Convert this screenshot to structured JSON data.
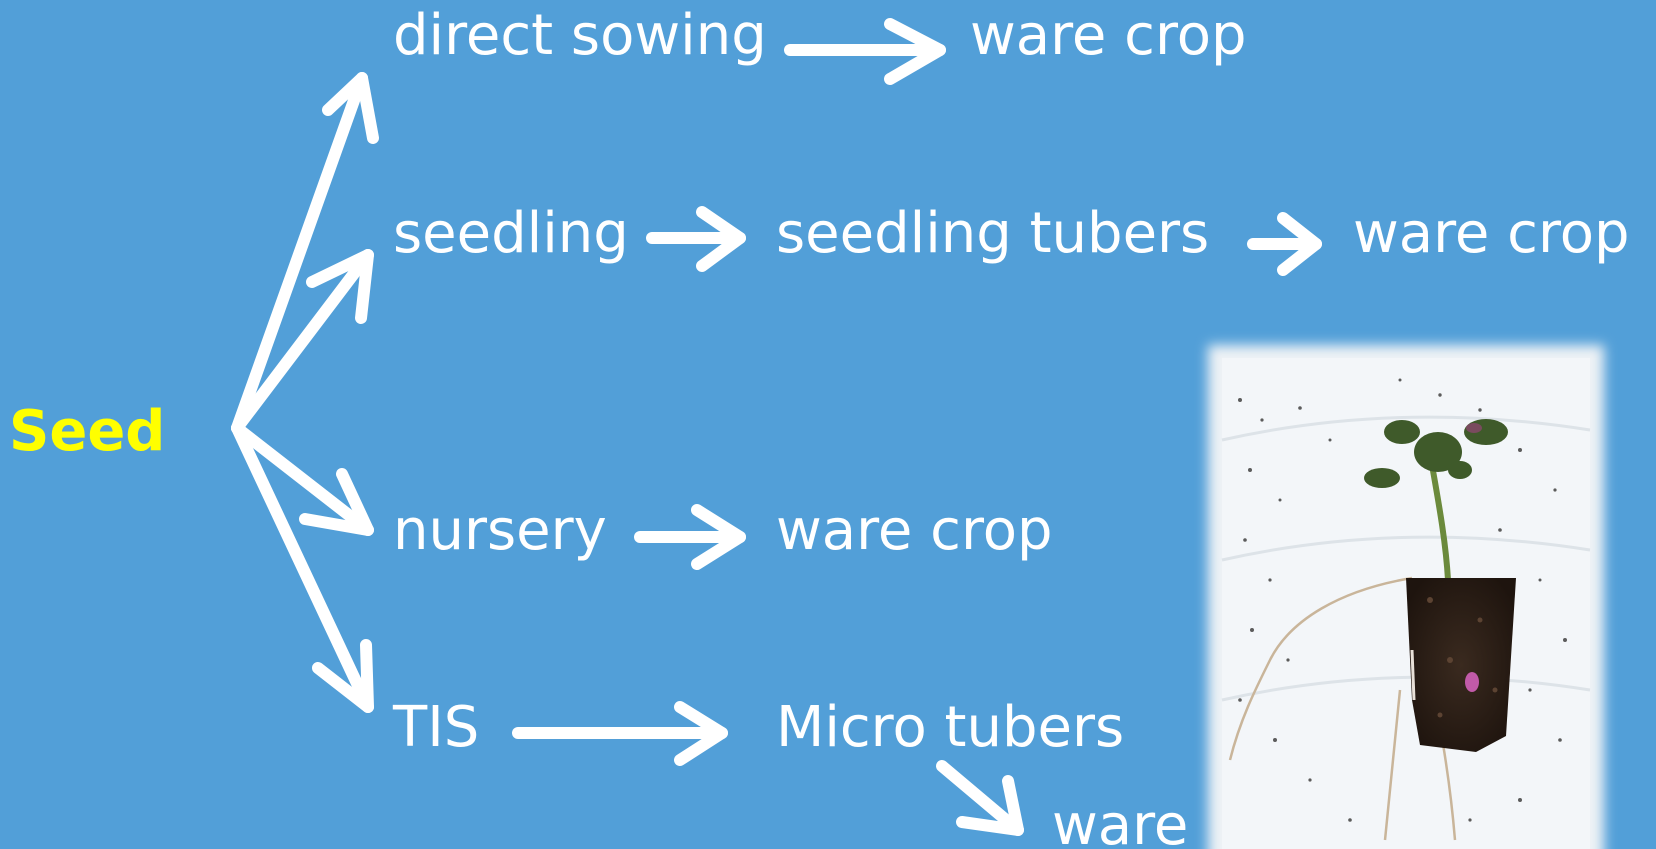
{
  "colors": {
    "background": "#529fd8",
    "text": "#ffffff",
    "highlight": "#ffff00"
  },
  "root": {
    "label": "Seed"
  },
  "paths": {
    "direct": {
      "step1": "direct sowing",
      "step2": "ware crop"
    },
    "seedling": {
      "step1": "seedling",
      "step2": "seedling tubers",
      "step3": "ware crop"
    },
    "nursery": {
      "step1": "nursery",
      "step2": "ware crop"
    },
    "tis": {
      "step1": "TIS",
      "step2": "Micro tubers",
      "step3": "ware"
    }
  },
  "photo": {
    "subject": "potato seedling in soil plug"
  }
}
